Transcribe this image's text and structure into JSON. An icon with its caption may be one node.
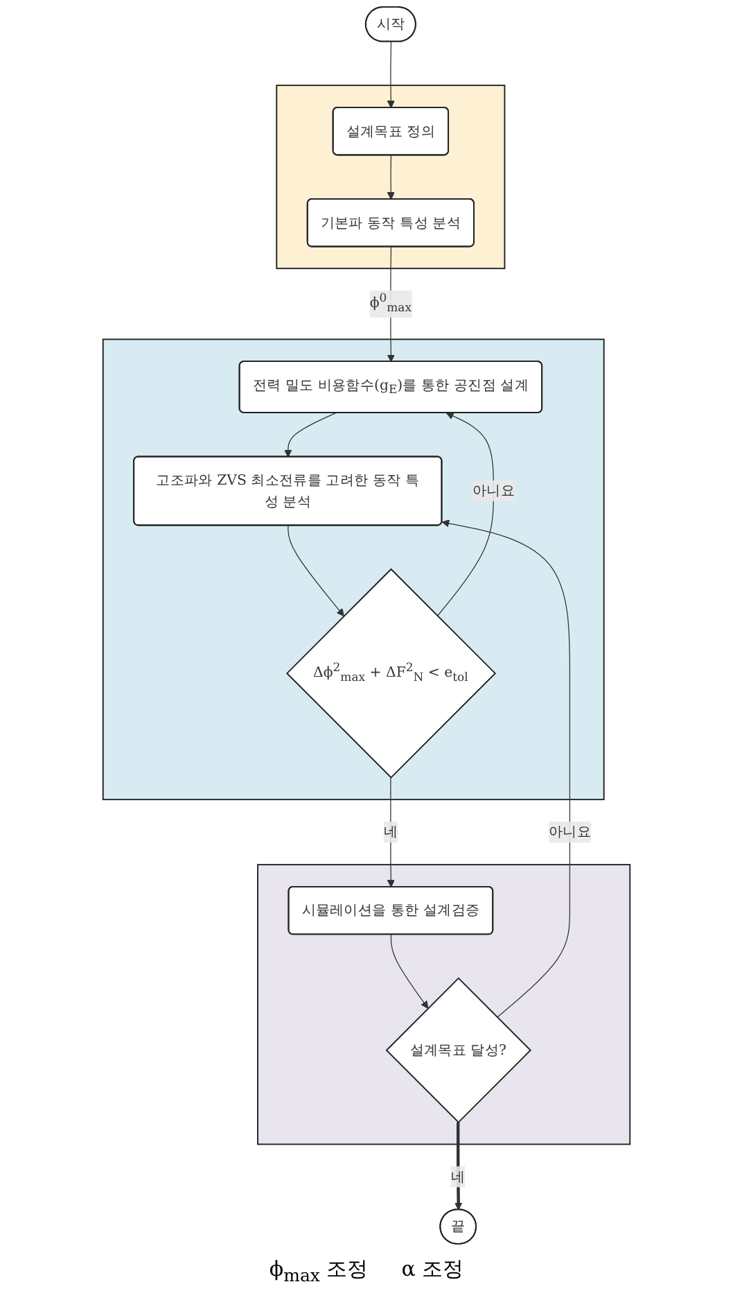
{
  "diagram": {
    "nodes": [
      {
        "text": [
          "시작"
        ]
      },
      {
        "text": [],
        "shape": "box"
      },
      {
        "text": [
          "설계목표 정의"
        ],
        "in": 1
      },
      {
        "text": [
          "기본파 동작 특성 분석"
        ],
        "in": 1
      },
      {
        "text": [],
        "shape": "box"
      },
      {
        "text": [
          "전력 밀도 비용함수(g$_{E}$)를 통한 공진점 설계"
        ],
        "in": 4
      },
      {
        "text": [
          "고조파와 ZVS 최소전류를 고려한 동작 특성 분석"
        ],
        "in": 4
      },
      {
        "text": [
          "Δϕ$^{2}$$_{max}$ + ΔF$^{2}$$_{N}$ < e$_{tol}$"
        ],
        "in": 4
      },
      {
        "text": [],
        "shape": "box"
      },
      {
        "text": [
          "시뮬레이션을 통한 설계검증"
        ],
        "in": 8
      },
      {
        "text": [
          "설계목표 달성?"
        ],
        "in": 8
      },
      {
        "text": [
          "끝"
        ]
      }
    ],
    "edges": [
      {
        "from": 0,
        "to": 2,
        "arrow": "to"
      },
      {
        "from": 2,
        "to": 3,
        "arrow": "to"
      },
      {
        "from": 3,
        "to": 5,
        "arrow": "to",
        "label": "ϕ$^{0}$$_{max}$"
      },
      {
        "from": 5,
        "to": 6,
        "arrow": "to"
      },
      {
        "from": 6,
        "to": 7,
        "arrow": "to"
      },
      {
        "from": 7,
        "to": 9,
        "arrow": "to",
        "label": "네"
      },
      {
        "from": 9,
        "to": 10,
        "arrow": "to"
      },
      {
        "from": 10,
        "to": 11,
        "arrow": "to",
        "label": "네",
        "style": "thick"
      },
      {
        "from": 7,
        "to": 5,
        "arrow": "to",
        "label": "아니요"
      },
      {
        "from": 10,
        "to": 6,
        "arrow": "to",
        "label": "아니요"
      }
    ],
    "labels": [
      "ϕ$_{max}$ 조정",
      "α 조정"
    ]
  }
}
